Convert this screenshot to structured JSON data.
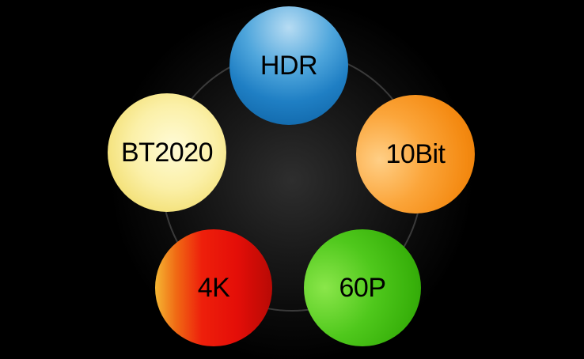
{
  "nodes": {
    "hdr": {
      "label": "HDR",
      "color": "#1f7fc4"
    },
    "tenbit": {
      "label": "10Bit",
      "color": "#f48a12"
    },
    "sixtyp": {
      "label": "60P",
      "color": "#37b00a"
    },
    "fourk": {
      "label": "4K",
      "color": "#e40e08"
    },
    "bt2020": {
      "label": "BT2020",
      "color": "#f2de70"
    }
  },
  "background_color": "#000000",
  "ring_color": "#3a3a3a"
}
